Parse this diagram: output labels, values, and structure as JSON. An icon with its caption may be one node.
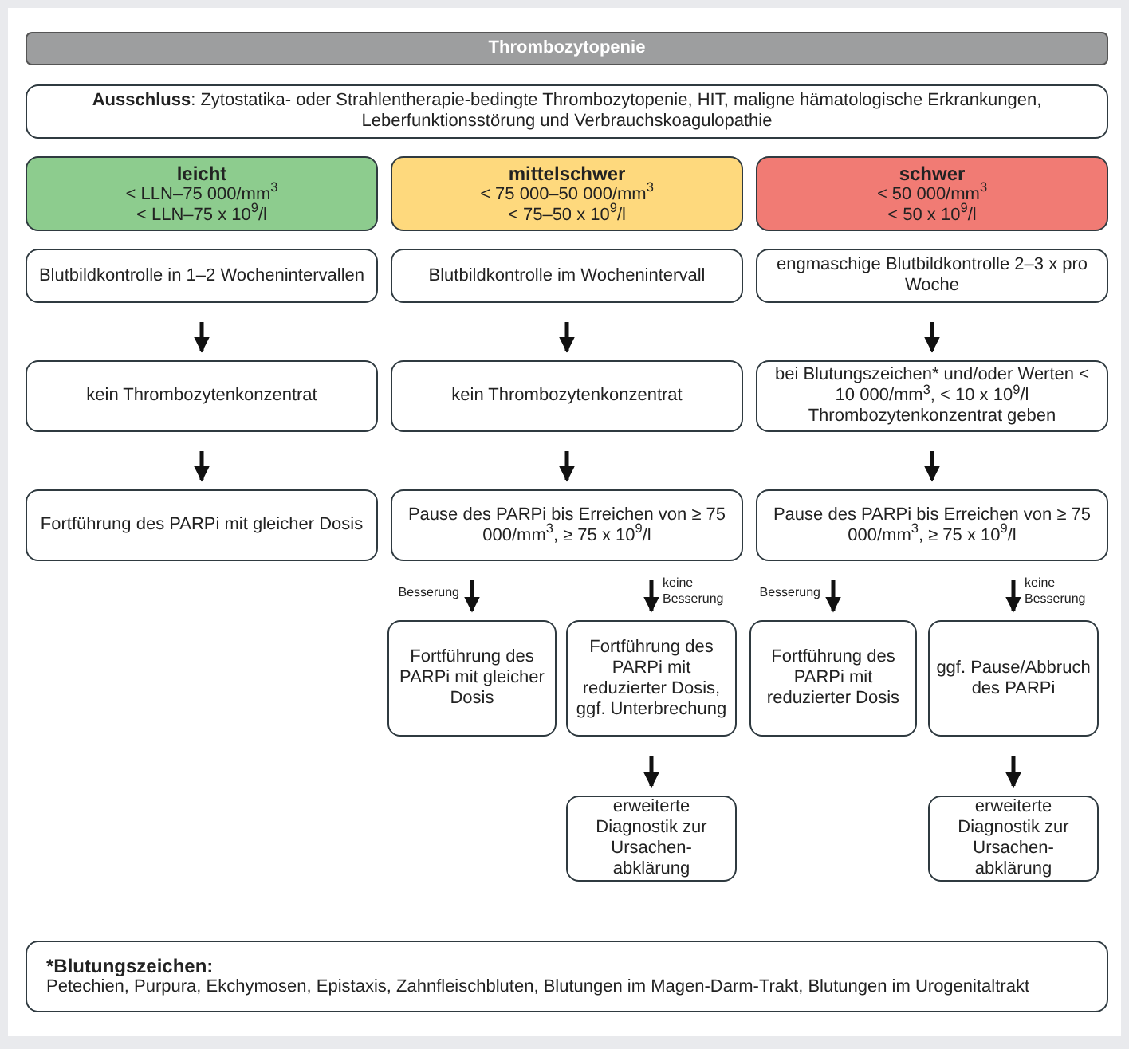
{
  "diagram": {
    "nodes": [
      {
        "text": [
          "Thrombozytopenie"
        ]
      },
      {
        "text": [
          "**Ausschluss**: Zytostatika- oder Strahlentherapie-bedingte Thrombozytopenie, HIT, maligne hämatologische Erkrankungen, Leberfunktionsstörung und Verbrauchskoagulopathie"
        ]
      },
      {
        "text": [
          "leicht",
          "< LLN–75 000/mm$^{3}$",
          "< LLN–75 x 10$^{9}$/l"
        ]
      },
      {
        "text": [
          "mittelschwer",
          "< 75 000–50 000/mm$^{3}$",
          "< 75–50 x 10$^{9}$/l"
        ]
      },
      {
        "text": [
          "schwer",
          "< 50 000/mm$^{3}$",
          "< 50 x 10$^{9}$/l"
        ]
      },
      {
        "text": [
          "Blutbildkontrolle in 1–2 Wochenintervallen"
        ]
      },
      {
        "text": [
          "Blutbildkontrolle im Wochenintervall"
        ]
      },
      {
        "text": [
          "engmaschige Blutbildkontrolle 2–3 x pro Woche"
        ]
      },
      {
        "text": [
          "kein Thrombozytenkonzentrat"
        ]
      },
      {
        "text": [
          "kein Thrombozytenkonzentrat"
        ]
      },
      {
        "text": [
          "bei Blutungszeichen* und/oder Werten < 10 000/mm$^{3}$, < 10 x 10$^{9}$/l Thrombozytenkonzentrat geben"
        ]
      },
      {
        "text": [
          "Fortführung des PARPi mit gleicher Dosis"
        ]
      },
      {
        "text": [
          "Pause des PARPi bis Erreichen von ≥ 75 000/mm$^{3}$, ≥ 75 x 10$^{9}$/l"
        ]
      },
      {
        "text": [
          "Pause des PARPi bis Erreichen von ≥ 75 000/mm$^{3}$, ≥ 75 x 10$^{9}$/l"
        ]
      },
      {
        "text": [
          "Fortführung des PARPi mit gleicher Dosis"
        ]
      },
      {
        "text": [
          "Fortführung des PARPi mit reduzierter Dosis, ggf. Unterbrechung"
        ]
      },
      {
        "text": [
          "Fortführung des PARPi mit reduzierter Dosis"
        ]
      },
      {
        "text": [
          "ggf. Pause/Abbruch des PARPi"
        ]
      },
      {
        "text": [
          "erweiterte Diagnostik zur Ursachen-abklärung"
        ]
      },
      {
        "text": [
          "erweiterte Diagnostik zur Ursachen-abklärung"
        ]
      },
      {
        "text": [
          "*Blutungszeichen:",
          "Petechien, Purpura, Ekchymosen, Epistaxis, Zahnfleischbluten, Blutungen im Magen-Darm-Trakt, Blutungen im Urogenitaltrakt"
        ]
      }
    ],
    "edges": [
      {
        "from": 5,
        "to": 8,
        "arrow": "to"
      },
      {
        "from": 6,
        "to": 9,
        "arrow": "to"
      },
      {
        "from": 7,
        "to": 10,
        "arrow": "to"
      },
      {
        "from": 8,
        "to": 11,
        "arrow": "to"
      },
      {
        "from": 9,
        "to": 12,
        "arrow": "to"
      },
      {
        "from": 10,
        "to": 13,
        "arrow": "to"
      },
      {
        "from": 12,
        "to": 14,
        "arrow": "to",
        "label": "Besserung"
      },
      {
        "from": 12,
        "to": 15,
        "arrow": "to",
        "label": "keine Besserung"
      },
      {
        "from": 13,
        "to": 16,
        "arrow": "to",
        "label": "Besserung"
      },
      {
        "from": 13,
        "to": 17,
        "arrow": "to",
        "label": "keine Besserung"
      },
      {
        "from": 15,
        "to": 18,
        "arrow": "to"
      },
      {
        "from": 17,
        "to": 19,
        "arrow": "to"
      }
    ]
  }
}
